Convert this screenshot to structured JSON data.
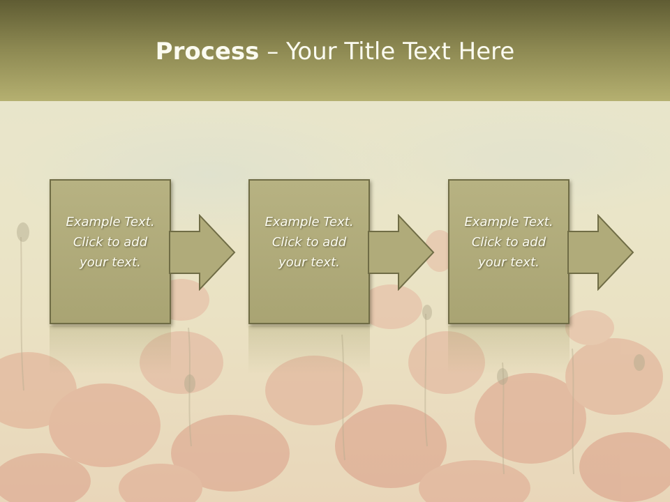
{
  "slide": {
    "title_bold": "Process",
    "title_dash": " – ",
    "title_rest": "Your Title Text Here"
  },
  "steps": [
    {
      "text": "Example Text.\nClick  to add\nyour text."
    },
    {
      "text": "Example Text.\nClick  to add\nyour text."
    },
    {
      "text": "Example Text.\nClick  to add\nyour text."
    }
  ],
  "colors": {
    "header_top": "#5f5c33",
    "header_bottom": "#b5b070",
    "box_fill": "#b0ab7a",
    "box_border": "#6f6c45",
    "text": "#fdfdf2"
  }
}
